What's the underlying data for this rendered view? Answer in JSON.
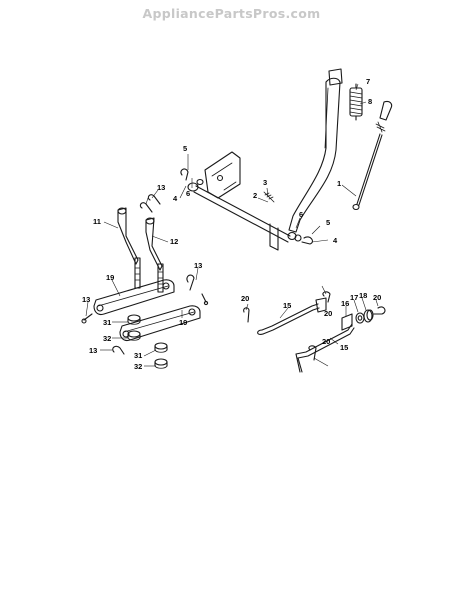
{
  "watermark": "AppliancePartsPros.com",
  "callouts": {
    "c1": "1",
    "c2": "2",
    "c3": "3",
    "c4a": "4",
    "c4b": "4",
    "c5a": "5",
    "c5b": "5",
    "c6a": "6",
    "c6b": "6",
    "c7": "7",
    "c8": "8",
    "c11": "11",
    "c12": "12",
    "c13a": "13",
    "c13b": "13",
    "c13c": "13",
    "c13d": "13",
    "c15a": "15",
    "c15b": "15",
    "c16": "16",
    "c17": "17",
    "c18": "18",
    "c19a": "19",
    "c19b": "19",
    "c20a": "20",
    "c20b": "20",
    "c20c": "20",
    "c20d": "20",
    "c31a": "31",
    "c31b": "31",
    "c32a": "32",
    "c32b": "32"
  }
}
